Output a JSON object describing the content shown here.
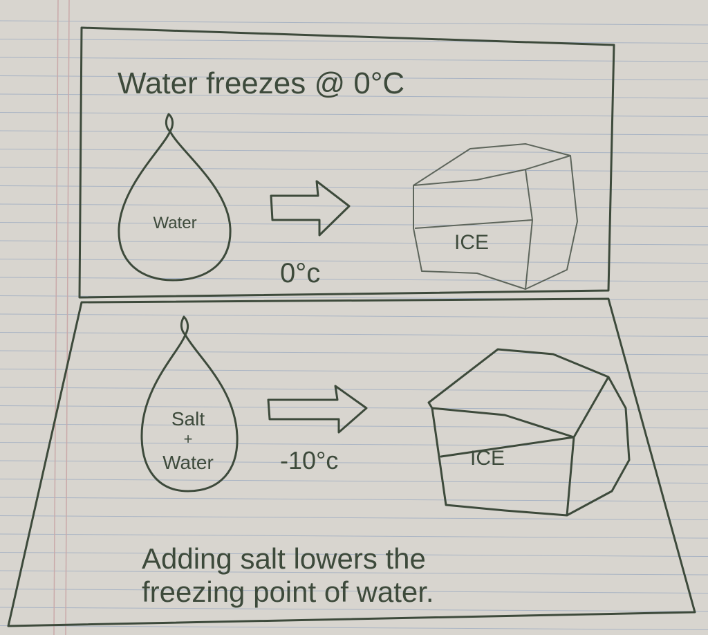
{
  "panel_top": {
    "title": "Water freezes @ 0°C",
    "drop_label": "Water",
    "arrow_label": "0°c",
    "ice_label": "ICE"
  },
  "panel_bottom": {
    "drop_label_line1": "Salt",
    "drop_label_line2": "+",
    "drop_label_line3": "Water",
    "arrow_label": "-10°c",
    "ice_label": "ICE",
    "caption_line1": "Adding salt lowers the",
    "caption_line2": "freezing point of water."
  },
  "colors": {
    "ink": "#3d4a3b",
    "paper": "#d8d5cf",
    "rule": "#a9b4c4"
  }
}
